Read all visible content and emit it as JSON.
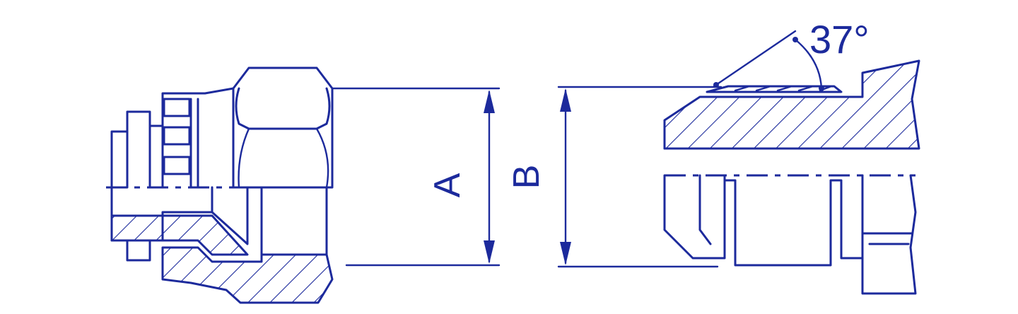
{
  "diagram": {
    "labels": {
      "dim_a": "A",
      "dim_b": "B",
      "angle": "37°"
    },
    "colors": {
      "ink": "#1c2a9c",
      "background": "#ffffff"
    }
  }
}
